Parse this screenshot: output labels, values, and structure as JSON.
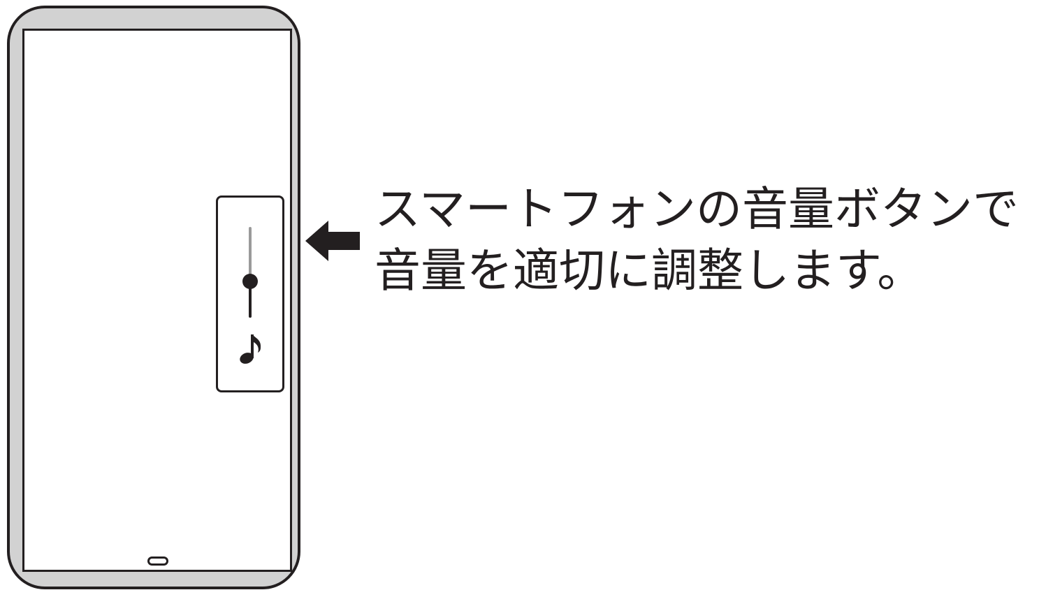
{
  "volume": {
    "level": 0.4
  },
  "icons": {
    "music_note": "music-note-icon",
    "arrow": "arrow-left-icon"
  },
  "instruction": {
    "line1": "スマートフォンの音量ボタンで",
    "line2": "音量を適切に調整します。"
  },
  "colors": {
    "outline": "#231f20",
    "frame_fill": "#d2d2d2",
    "track_gray": "#9a9a9a"
  }
}
